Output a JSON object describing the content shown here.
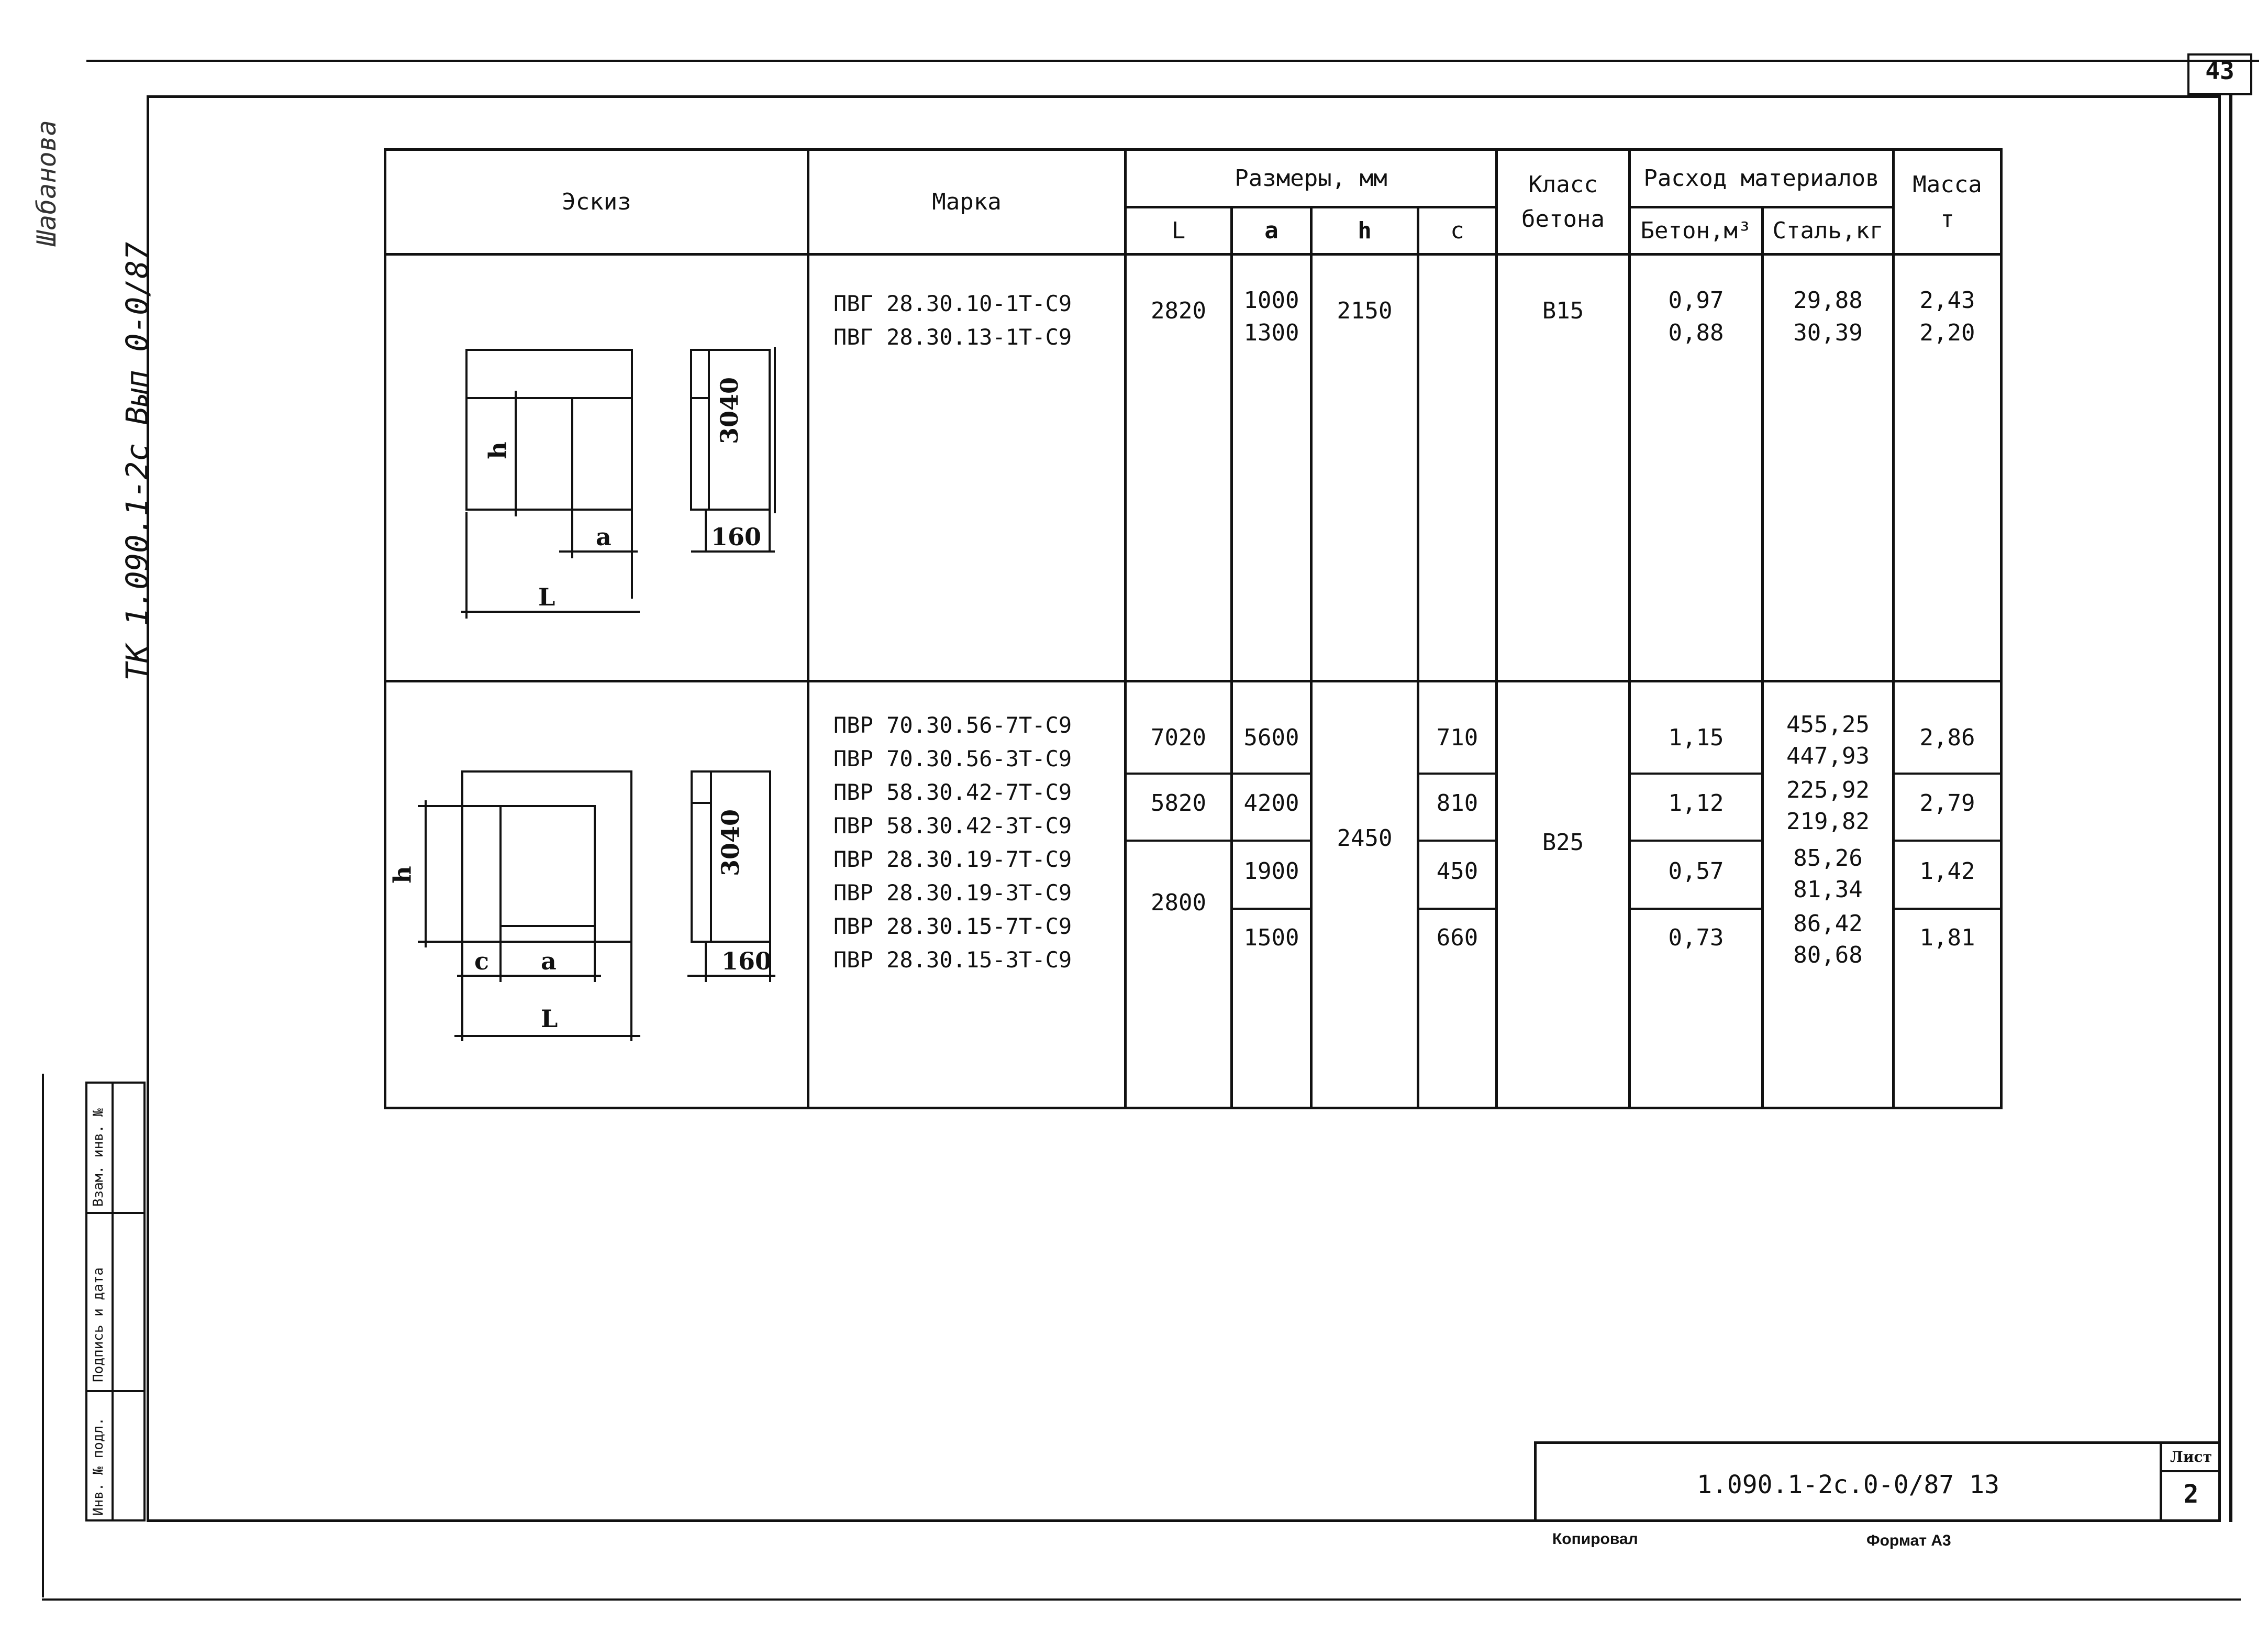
{
  "sheet_number": "43",
  "side_note": "ТК 1.090.1-2с Вып 0-0/87",
  "handwritten_top": "Шабанова",
  "table": {
    "headers": {
      "sketch": "Эскиз",
      "mark": "Марка",
      "sizes": "Размеры, мм",
      "L": "L",
      "a": "a",
      "h": "h",
      "c": "c",
      "concrete_class_1": "Класс",
      "concrete_class_2": "бетона",
      "materials": "Расход материалов",
      "concrete": "Бетон,м³",
      "steel": "Сталь,кг",
      "mass_1": "Масса",
      "mass_2": "т"
    },
    "group1": {
      "marks": [
        "ПВГ 28.30.10-1Т-С9",
        "ПВГ 28.30.13-1Т-С9"
      ],
      "L": "2820",
      "a": [
        "1000",
        "1300"
      ],
      "h": "2150",
      "class": "В15",
      "concrete": [
        "0,97",
        "0,88"
      ],
      "steel": [
        "29,88",
        "30,39"
      ],
      "mass": [
        "2,43",
        "2,20"
      ],
      "sketch_labels": {
        "h": "h",
        "a": "a",
        "L": "L",
        "height": "3040",
        "thickness": "160"
      }
    },
    "group2": {
      "marks": [
        "ПВР 70.30.56-7Т-С9",
        "ПВР 70.30.56-3Т-С9",
        "ПВР 58.30.42-7Т-С9",
        "ПВР 58.30.42-3Т-С9",
        "ПВР 28.30.19-7Т-С9",
        "ПВР 28.30.19-3Т-С9",
        "ПВР 28.30.15-7Т-С9",
        "ПВР 28.30.15-3Т-С9"
      ],
      "L": [
        "7020",
        "5820",
        "2800"
      ],
      "a": [
        "5600",
        "4200",
        "1900",
        "1500"
      ],
      "h": "2450",
      "c": [
        "710",
        "810",
        "450",
        "660"
      ],
      "class": "В25",
      "concrete": [
        "1,15",
        "1,12",
        "0,57",
        "0,73"
      ],
      "steel": [
        "455,25",
        "447,93",
        "225,92",
        "219,82",
        "85,26",
        "81,34",
        "86,42",
        "80,68"
      ],
      "mass": [
        "2,86",
        "2,79",
        "1,42",
        "1,81"
      ],
      "sketch_labels": {
        "h": "h",
        "c": "c",
        "a": "a",
        "L": "L",
        "height": "3040",
        "thickness": "160"
      }
    }
  },
  "left_stamp": [
    "Инв. № подл.",
    "Подпись и дата",
    "Взам. инв. №"
  ],
  "title_block": {
    "code": "1.090.1-2с.0-0/87 13",
    "sheet_label": "Лист",
    "sheet_value": "2"
  },
  "footer": {
    "copied": "Копировал",
    "format": "Формат А3"
  }
}
